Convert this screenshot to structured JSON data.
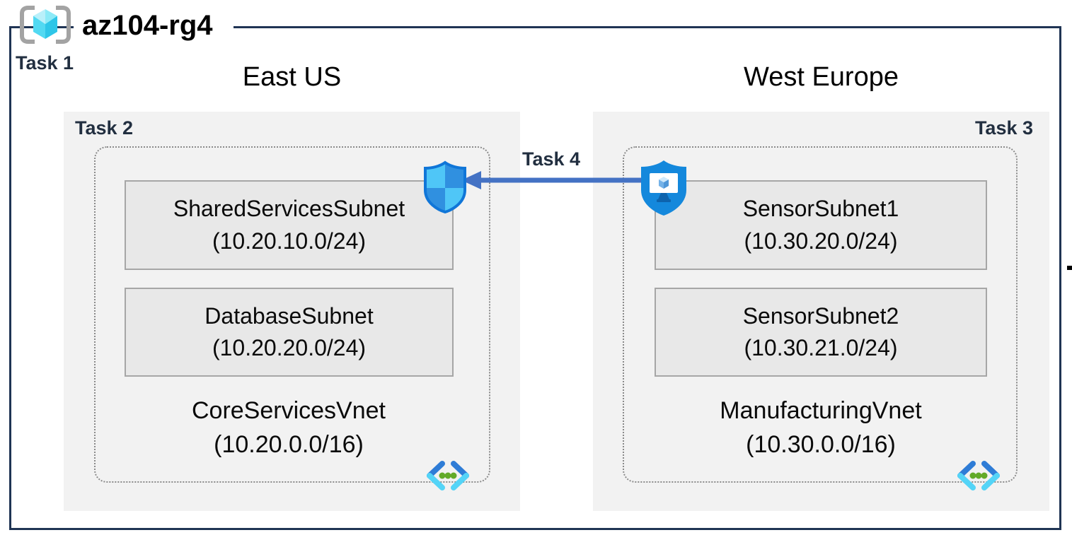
{
  "title": "az104-rg4",
  "labels": {
    "task1": "Task 1",
    "task2": "Task 2",
    "task3": "Task 3",
    "task4": "Task 4"
  },
  "regions": {
    "east": {
      "name": "East US",
      "vnet": {
        "name": "CoreServicesVnet",
        "cidr": "(10.20.0.0/16)"
      },
      "subnets": [
        {
          "name": "SharedServicesSubnet",
          "cidr": "(10.20.10.0/24)"
        },
        {
          "name": "DatabaseSubnet",
          "cidr": "(10.20.20.0/24)"
        }
      ]
    },
    "west": {
      "name": "West Europe",
      "vnet": {
        "name": "ManufacturingVnet",
        "cidr": "(10.30.0.0/16)"
      },
      "subnets": [
        {
          "name": "SensorSubnet1",
          "cidr": "(10.30.20.0/24)"
        },
        {
          "name": "SensorSubnet2",
          "cidr": "(10.30.21.0/24)"
        }
      ]
    }
  },
  "icons": {
    "resource_group": "resource-group-icon",
    "nsg": "network-security-group-shield-icon",
    "bastion": "bastion-shield-monitor-icon",
    "vnet": "virtual-network-chevron-icon"
  },
  "colors": {
    "outer_border": "#1f3454",
    "task_label": "#222f40",
    "region_box_fill": "#f2f2f2",
    "subnet_fill": "#e8e8e8",
    "subnet_border": "#a6a6a6",
    "dotted_border": "#8a8a8a",
    "arrow_blue": "#4472c4",
    "vnet_chevron_dark": "#2e7cd6",
    "vnet_chevron_light": "#54d4f7",
    "vnet_dot_green": "#62aa28",
    "shield_light": "#4fc6f7",
    "shield_mid": "#3090e0",
    "shield_outline": "#1076d8",
    "bastion_blue": "#1488dc",
    "cube_cyan": "#45d5f0",
    "bracket_gray": "#a3a3a3"
  }
}
